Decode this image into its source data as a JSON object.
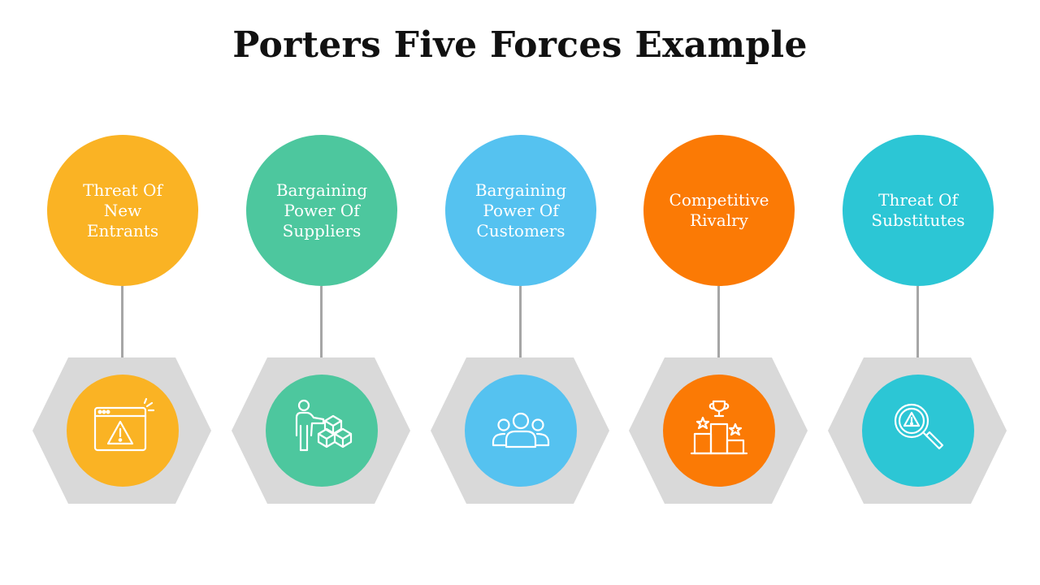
{
  "title": "Porters Five Forces Example",
  "forces": [
    {
      "label": "Threat Of\nNew\nEntrants",
      "color": "#FAB324",
      "icon": "browser-warning-icon"
    },
    {
      "label": "Bargaining\nPower Of\nSuppliers",
      "color": "#4DC79E",
      "icon": "person-boxes-icon"
    },
    {
      "label": "Bargaining\nPower Of\nCustomers",
      "color": "#55C2F0",
      "icon": "group-people-icon"
    },
    {
      "label": "Competitive\nRivalry",
      "color": "#FB7A05",
      "icon": "podium-trophy-icon"
    },
    {
      "label": "Threat Of\nSubstitutes",
      "color": "#2CC6D5",
      "icon": "magnifier-warning-icon"
    }
  ]
}
